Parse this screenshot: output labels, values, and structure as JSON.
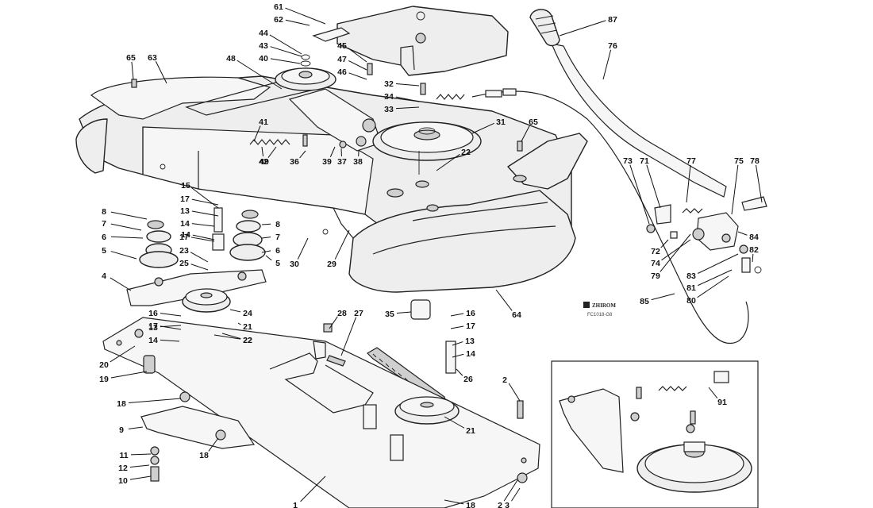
{
  "brand": {
    "logo_text": "ZHIROM",
    "drawing_code": "FC1018-G8"
  },
  "callouts": [
    "1",
    "2",
    "2",
    "3",
    "4",
    "5",
    "5",
    "6",
    "6",
    "7",
    "7",
    "8",
    "8",
    "9",
    "10",
    "11",
    "12",
    "13",
    "13",
    "13",
    "14",
    "14",
    "14",
    "14",
    "15",
    "16",
    "16",
    "17",
    "17",
    "17",
    "17",
    "18",
    "18",
    "18",
    "19",
    "20",
    "21",
    "21",
    "22",
    "22",
    "22",
    "23",
    "24",
    "25",
    "26",
    "27",
    "28",
    "29",
    "30",
    "31",
    "32",
    "33",
    "34",
    "35",
    "36",
    "37",
    "38",
    "39",
    "40",
    "41",
    "42",
    "43",
    "44",
    "45",
    "46",
    "47",
    "48",
    "49",
    "61",
    "62",
    "63",
    "64",
    "65",
    "65",
    "71",
    "72",
    "73",
    "74",
    "75",
    "76",
    "77",
    "78",
    "79",
    "80",
    "81",
    "82",
    "83",
    "84",
    "85",
    "87",
    "91"
  ]
}
